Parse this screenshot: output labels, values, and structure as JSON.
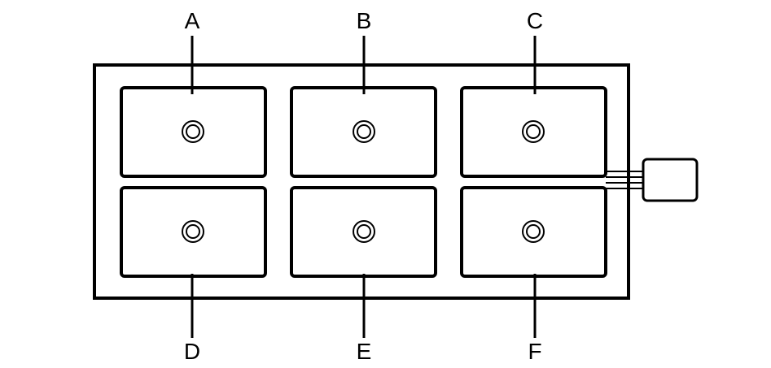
{
  "diagram": {
    "cells": [
      {
        "label": "A",
        "row": "top"
      },
      {
        "label": "B",
        "row": "top"
      },
      {
        "label": "C",
        "row": "top"
      },
      {
        "label": "D",
        "row": "bottom"
      },
      {
        "label": "E",
        "row": "bottom"
      },
      {
        "label": "F",
        "row": "bottom"
      }
    ],
    "colors": {
      "stroke": "#000000",
      "background": "#ffffff"
    }
  }
}
